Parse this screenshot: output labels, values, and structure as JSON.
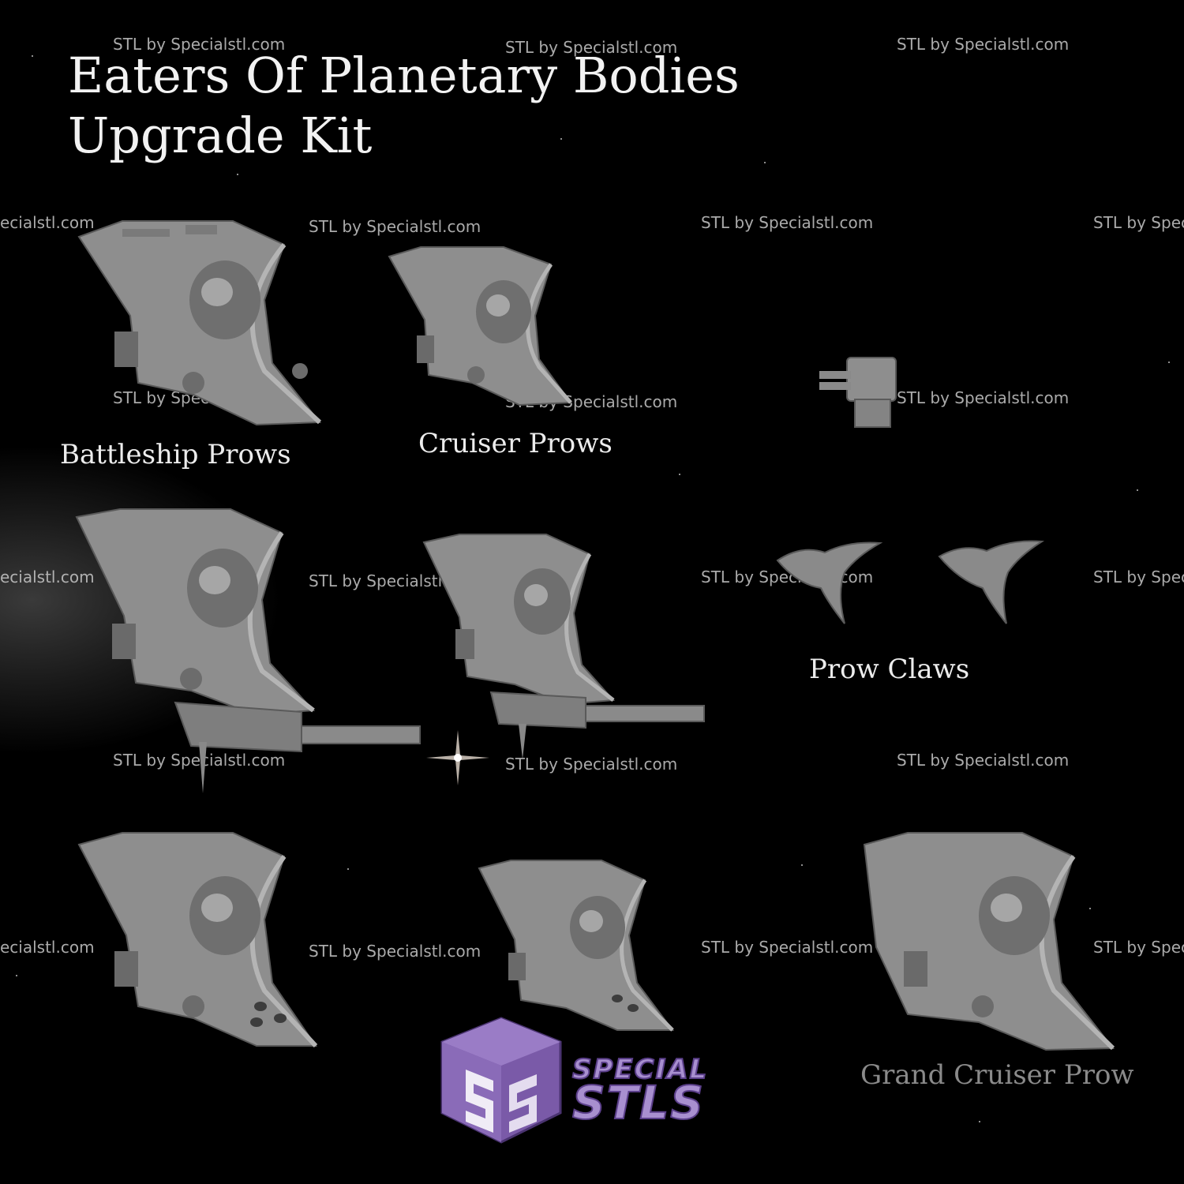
{
  "title": {
    "line1": "Eaters Of Planetary Bodies",
    "line2": "Upgrade Kit"
  },
  "labels": {
    "battleship": "Battleship Prows",
    "cruiser": "Cruiser Prows",
    "claws": "Prow Claws",
    "grand": "Grand Cruiser Prow"
  },
  "watermark": {
    "full": "STL by Specialstl.com",
    "left_cut": "ecialstl.com",
    "right_cut": "STL by Spec"
  },
  "logo": {
    "line1": "SPECIAL",
    "line2": "STLS"
  },
  "colors": {
    "background": "#000000",
    "model_gray": "#8e8e8e",
    "logo_purple": "#7a5aa8"
  }
}
